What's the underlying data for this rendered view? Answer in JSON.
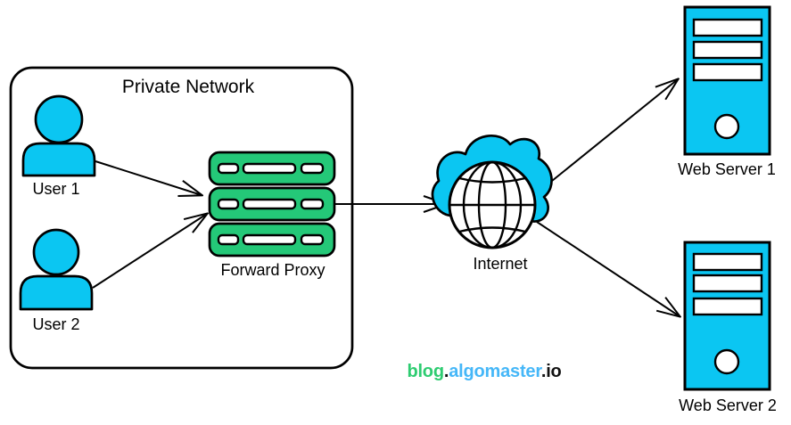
{
  "colors": {
    "cyan": "#0bc6f2",
    "green": "#24c878",
    "stroke": "#000000",
    "wm_green": "#2ecc71",
    "wm_cyan": "#45b7f8",
    "wm_dark": "#121212"
  },
  "diagram": {
    "container": {
      "label": "Private Network"
    },
    "nodes": {
      "user1": {
        "label": "User 1",
        "icon": "person-icon"
      },
      "user2": {
        "label": "User 2",
        "icon": "person-icon"
      },
      "proxy": {
        "label": "Forward Proxy",
        "icon": "server-stack-icon"
      },
      "internet": {
        "label": "Internet",
        "icon": "globe-cloud-icon"
      },
      "server1": {
        "label": "Web Server 1",
        "icon": "server-tower-icon"
      },
      "server2": {
        "label": "Web Server 2",
        "icon": "server-tower-icon"
      }
    },
    "edges": [
      {
        "from": "user1",
        "to": "proxy"
      },
      {
        "from": "user2",
        "to": "proxy"
      },
      {
        "from": "proxy",
        "to": "internet"
      },
      {
        "from": "internet",
        "to": "server1"
      },
      {
        "from": "internet",
        "to": "server2"
      }
    ]
  },
  "watermark": {
    "blog": "blog",
    "dot1": ".",
    "name": "algomaster",
    "dot2": ".",
    "tld": "io"
  }
}
